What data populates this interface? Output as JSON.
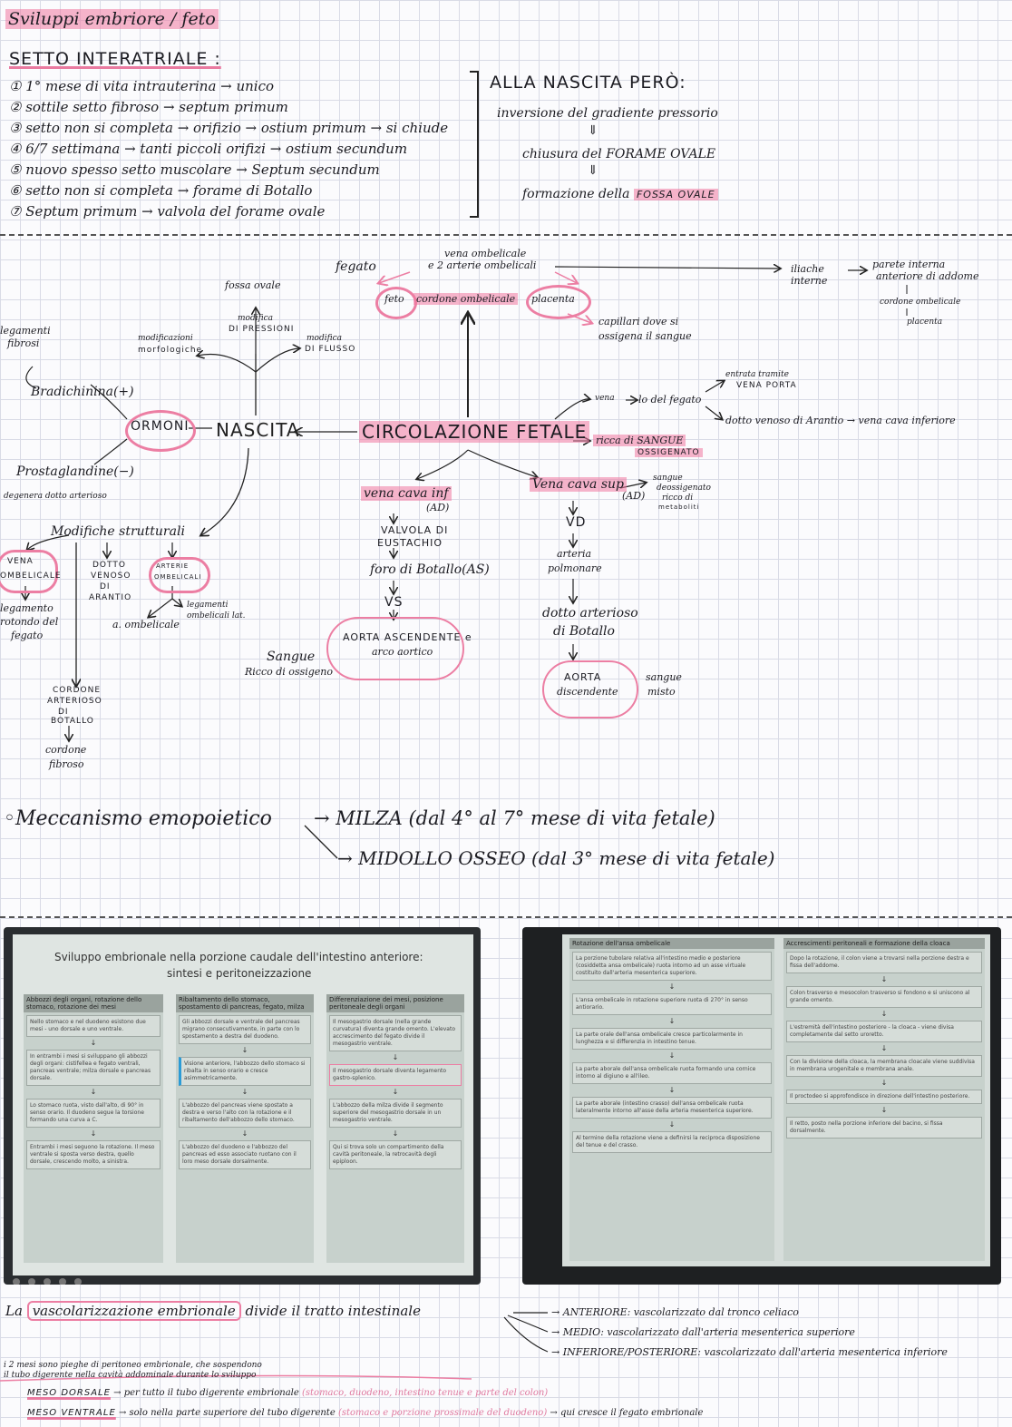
{
  "header": {
    "title": "Sviluppi embriore / feto"
  },
  "setto": {
    "title": "SETTO INTERATRIALE :",
    "items": [
      "① 1° mese di vita intrauterina → unico",
      "② sottile setto fibroso → septum primum",
      "③ setto non si completa → orifizio → ostium primum → si chiude",
      "④ 6/7 settimana → tanti piccoli orifizi → ostium secundum",
      "⑤ nuovo spesso setto muscolare → Septum secundum",
      "⑥ setto non si completa → forame di Botallo",
      "⑦ Septum primum → valvola del forame ovale"
    ]
  },
  "nascita_box": {
    "title": "ALLA NASCITA PERÒ:",
    "line1": "inversione del gradiente pressorio",
    "line2": "chiusura del FORAME OVALE",
    "line3_prefix": "formazione della",
    "line3_hl": "FOSSA OVALE",
    "arrow": "⇓"
  },
  "diagram": {
    "fegato": "fegato",
    "vena_ombelicale": "vena ombelicale",
    "arterie_ombelicali": "e 2 arterie ombelicali",
    "feto": "feto",
    "cordone": "cordone ombelicale",
    "placenta": "placenta",
    "iliache": "iliache",
    "interne": "interne",
    "parete": "parete interna",
    "anteriore": "anteriore di addome",
    "cordone_ombelicale2": "cordone ombelicale",
    "placenta2": "placenta",
    "capillari": "capillari dove si",
    "capillari2": "ossigena il sangue",
    "fossa_ovale": "fossa ovale",
    "modifica_pressioni": "modifica",
    "modifica_pressioni2": "DI PRESSIONI",
    "modificazioni": "modificazioni",
    "morfologiche": "morfologiche",
    "modifica_flusso": "modifica",
    "modifica_flusso2": "DI FLUSSO",
    "legamenti": "legamenti",
    "fibrosi": "fibrosi",
    "bradichinina": "Bradichinina(+)",
    "ormoni": "ORMONI",
    "nascita": "NASCITA",
    "circolazione": "CIRCOLAZIONE FETALE",
    "prostaglandine": "Prostaglandine(−)",
    "degenera": "degenera dotto arterioso",
    "vena_ramo": "vena",
    "lobo": "lo del fegato",
    "entrata": "entrata tramite",
    "vena_porta": "VENA PORTA",
    "dotto_venoso": "dotto venoso di Arantio → vena cava inferiore",
    "ricca": "ricca di SANGUE",
    "ossigenato": "OSSIGENATO",
    "vena_cava_inf": "vena cava inf",
    "ad1": "(AD)",
    "vena_cava_sup": "Vena cava sup",
    "ad2": "(AD)",
    "sangue_deoss": "sangue",
    "sangue_deoss2": "deossigenato",
    "sangue_deoss3": "ricco di",
    "sangue_deoss4": "metaboliti",
    "valvola": "VALVOLA DI",
    "eustachio": "EUSTACHIO",
    "foro_botallo": "foro di Botallo(AS)",
    "vs": "VS",
    "aorta_asc": "AORTA ASCENDENTE e",
    "arco": "arco aortico",
    "sangue_ricco": "Sangue",
    "sangue_ricco2": "Ricco di ossigeno",
    "vd": "VD",
    "arteria": "arteria",
    "polmonare": "polmonare",
    "dotto_arterioso": "dotto arterioso",
    "di_botallo": "di Botallo",
    "aorta_disc": "AORTA",
    "aorta_disc2": "discendente",
    "sangue_misto": "sangue",
    "sangue_misto2": "misto",
    "modifiche": "Modifiche strutturali",
    "vena_omb": "VENA",
    "vena_omb2": "OMBELICALE",
    "legamento": "legamento",
    "legamento2": "rotondo del",
    "legamento3": "fegato",
    "dotto_venoso2": "DOTTO",
    "dotto_venoso3": "VENOSO",
    "dotto_venoso4": "DI",
    "dotto_venoso5": "ARANTIO",
    "arterie_omb": "ARTERIE",
    "arterie_omb2": "OMBELICALI",
    "legamenti_omb": "legamenti",
    "legamenti_omb2": "ombelicali lat.",
    "a_omb": "a. ombelicale",
    "cordone_art": "CORDONE",
    "cordone_art2": "ARTERIOSO",
    "cordone_art3": "DI",
    "cordone_art4": "BOTALLO",
    "cordone_fib": "cordone",
    "cordone_fib2": "fibroso"
  },
  "emopoiesi": {
    "title": "◦Meccanismo emopoietico",
    "milza": "→ MILZA (dal 4° al 7° mese di vita fetale)",
    "midollo": "→ MIDOLLO OSSEO (dal 3° mese di vita fetale)"
  },
  "slide1": {
    "title": "Sviluppo embrionale nella porzione caudale dell'intestino anteriore:",
    "subtitle": "sintesi e peritoneizzazione",
    "col1_head": "Abbozzi degli organi, rotazione dello stomaco, rotazione dei mesi",
    "col2_head": "Ribaltamento dello stomaco, spostamento di pancreas, fegato, milza",
    "col3_head": "Differenziazione dei mesi, posizione peritoneale degli organi",
    "col1": [
      "Nello stomaco e nel duodeno esistono due mesi - uno dorsale e uno ventrale.",
      "In entrambi i mesi si sviluppano gli abbozzi degli organi: cistifellea e fegato ventrali, pancreas ventrale; milza dorsale e pancreas dorsale.",
      "Lo stomaco ruota, visto dall'alto, di 90° in senso orario. Il duodeno segue la torsione formando una curva a C.",
      "Entrambi i mesi seguono la rotazione. Il meso ventrale si sposta verso destra, quello dorsale, crescendo molto, a sinistra."
    ],
    "col2": [
      "Gli abbozzi dorsale e ventrale del pancreas migrano consecutivamente, in parte con lo spostamento a destra del duodeno.",
      "Visione anteriore, l'abbozzo dello stomaco si ribalta in senso orario e cresce asimmetricamente.",
      "L'abbozzo del pancreas viene spostato a destra e verso l'alto con la rotazione e il ribaltamento dell'abbozzo dello stomaco.",
      "L'abbozzo del duodeno e l'abbozzo del pancreas ed esso associato ruotano con il loro meso dorsale dorsalmente."
    ],
    "col3": [
      "Il mesogastrio dorsale (nella grande curvatura) diventa grande omento. L'elevato accrescimento del fegato divide il mesogastrio ventrale.",
      "Il mesogastrio dorsale diventa legamento gastro-splenico.",
      "L'abbozzo della milza divide il segmento superiore del mesogastrio dorsale in un mesogastrio ventrale.",
      "Qui si trova solo un compartimento della cavità peritoneale, la retrocavità degli epiploon."
    ]
  },
  "slide2": {
    "col1_head": "Rotazione dell'ansa ombelicale",
    "col2_head": "Accrescimenti peritoneali e formazione della cloaca",
    "col1": [
      "La porzione tubolare relativa all'intestino medio e posteriore (cosiddetta ansa ombelicale) ruota intorno ad un asse virtuale costituito dall'arteria mesenterica superiore.",
      "L'ansa ombelicale in rotazione superiore ruota di 270° in senso antiorario.",
      "La parte orale dell'ansa ombelicale cresce particolarmente in lunghezza e si differenzia in intestino tenue.",
      "La parte aborale dell'ansa ombelicale ruota formando una cornice intorno al digiuno e all'ileo.",
      "La parte aborale (intestino crasso) dell'ansa ombelicale ruota lateralmente intorno all'asse della arteria mesenterica superiore.",
      "Al termine della rotazione viene a definirsi la reciproca disposizione del tenue e del crasso."
    ],
    "col2": [
      "Dopo la rotazione, il colon viene a trovarsi nella porzione destra e fissa dell'addome.",
      "Colon trasverso e mesocolon trasverso si fondono e si uniscono al grande omento.",
      "L'estremità dell'intestino posteriore - la cloaca - viene divisa completamente dal setto uroretto.",
      "Con la divisione della cloaca, la membrana cloacale viene suddivisa in membrana urogenitale e membrana anale.",
      "Il proctodeo si approfondisce in direzione dell'intestino posteriore.",
      "Il retto, posto nella porzione inferiore del bacino, si fissa dorsalmente."
    ]
  },
  "vasc": {
    "lead": "La",
    "hl": "vascolarizzazione embrionale",
    "rest": "divide il tratto intestinale",
    "ant": "→ ANTERIORE: vascolarizzato dal tronco celiaco",
    "med": "→ MEDIO: vascolarizzato dall'arteria mesenterica superiore",
    "post": "→ INFERIORE/POSTERIORE: vascolarizzato dall'arteria mesenterica inferiore"
  },
  "mesi": {
    "intro1": "i 2 mesi sono pieghe di peritoneo embrionale, che sospendono",
    "intro2": "il tubo digerente nella cavità addominale durante lo sviluppo",
    "dorsale_label": "MESO DORSALE",
    "dorsale_text": "→ per tutto il tubo digerente embrionale",
    "dorsale_paren": "(stomaco, duodeno, intestino tenue e parte del colon)",
    "ventrale_label": "MESO VENTRALE",
    "ventrale_text": "→ solo nella parte superiore del tubo digerente",
    "ventrale_paren": "(stomaco e porzione prossimale del duodeno)",
    "ventrale_end": "→ qui cresce il fegato embrionale"
  },
  "colors": {
    "pink": "#ec7ea3",
    "ink": "#1c1c22",
    "grid": "#d9dbe6"
  }
}
